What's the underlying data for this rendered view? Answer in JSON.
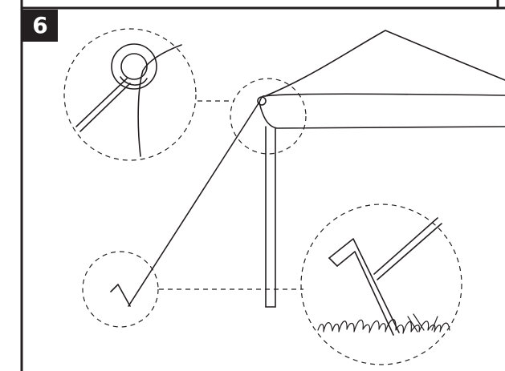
{
  "step": {
    "number": "6"
  },
  "illustration": {
    "subject": "canopy-leg-with-guy-rope-and-stake",
    "detail_callouts": [
      "rope-attachment-ring",
      "stake-in-ground"
    ],
    "line_color": "#231f20",
    "background_color": "#ffffff",
    "badge_color": "#231f20",
    "badge_text_color": "#ffffff"
  }
}
